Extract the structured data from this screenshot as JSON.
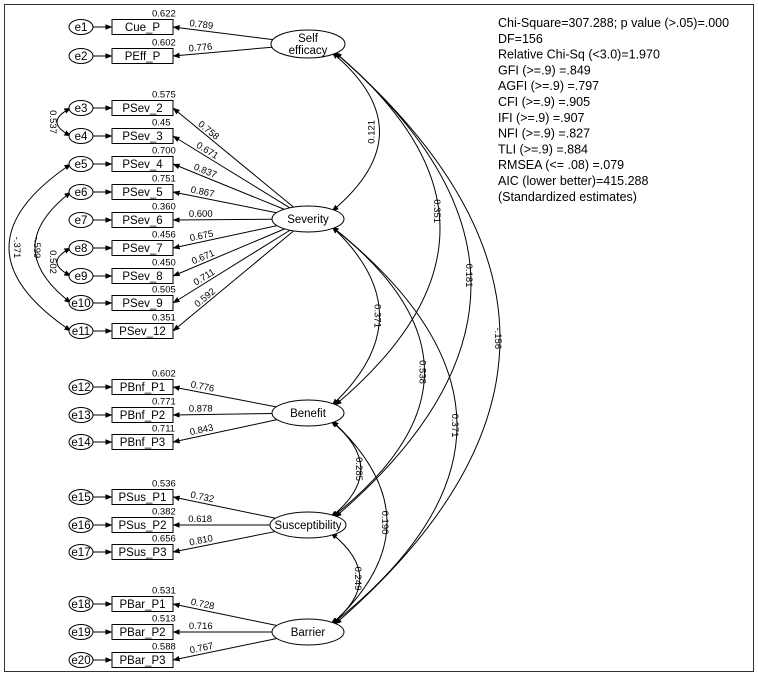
{
  "fit_stats": [
    "Chi-Square=307.288; p value (>.05)=.000",
    "DF=156",
    "Relative Chi-Sq (<3.0)=1.970",
    "GFI (>=.9) =.849",
    "AGFI (>=.9) =.797",
    "CFI (>=.9) =.905",
    "IFI (>=.9) =.907",
    "NFI (>=.9) =.827",
    "TLI (>=.9) =.884",
    "RMSEA (<= .08) =.079",
    "AIC (lower better)=415.288",
    "(Standardized estimates)"
  ],
  "latents": [
    {
      "id": "self",
      "lines": [
        "Self",
        "efficacy"
      ]
    },
    {
      "id": "sev",
      "lines": [
        "Severity"
      ]
    },
    {
      "id": "ben",
      "lines": [
        "Benefit"
      ]
    },
    {
      "id": "sus",
      "lines": [
        "Susceptibility"
      ]
    },
    {
      "id": "bar",
      "lines": [
        "Barrier"
      ]
    }
  ],
  "indicators": [
    {
      "label": "Cue_P",
      "error": "e1",
      "r2": "0.622",
      "loading": "0.789",
      "latent": "self"
    },
    {
      "label": "PEff_P",
      "error": "e2",
      "r2": "0.602",
      "loading": "0.776",
      "latent": "self"
    },
    {
      "label": "PSev_2",
      "error": "e3",
      "r2": "0.575",
      "loading": "0.758",
      "latent": "sev"
    },
    {
      "label": "PSev_3",
      "error": "e4",
      "r2": "0.45",
      "loading": "0.671",
      "latent": "sev"
    },
    {
      "label": "PSev_4",
      "error": "e5",
      "r2": "0.700",
      "loading": "0.837",
      "latent": "sev"
    },
    {
      "label": "PSev_5",
      "error": "e6",
      "r2": "0.751",
      "loading": "0.867",
      "latent": "sev"
    },
    {
      "label": "PSev_6",
      "error": "e7",
      "r2": "0.360",
      "loading": "0.600",
      "latent": "sev"
    },
    {
      "label": "PSev_7",
      "error": "e8",
      "r2": "0.456",
      "loading": "0.675",
      "latent": "sev"
    },
    {
      "label": "PSev_8",
      "error": "e9",
      "r2": "0.450",
      "loading": "0.671",
      "latent": "sev"
    },
    {
      "label": "PSev_9",
      "error": "e10",
      "r2": "0.505",
      "loading": "0.711",
      "latent": "sev"
    },
    {
      "label": "PSev_12",
      "error": "e11",
      "r2": "0.351",
      "loading": "0.592",
      "latent": "sev"
    },
    {
      "label": "PBnf_P1",
      "error": "e12",
      "r2": "0.602",
      "loading": "0.776",
      "latent": "ben"
    },
    {
      "label": "PBnf_P2",
      "error": "e13",
      "r2": "0.771",
      "loading": "0.878",
      "latent": "ben"
    },
    {
      "label": "PBnf_P3",
      "error": "e14",
      "r2": "0.711",
      "loading": "0.843",
      "latent": "ben"
    },
    {
      "label": "PSus_P1",
      "error": "e15",
      "r2": "0.536",
      "loading": "0.732",
      "latent": "sus"
    },
    {
      "label": "PSus_P2",
      "error": "e16",
      "r2": "0.382",
      "loading": "0.618",
      "latent": "sus"
    },
    {
      "label": "PSus_P3",
      "error": "e17",
      "r2": "0.656",
      "loading": "0.810",
      "latent": "sus"
    },
    {
      "label": "PBar_P1",
      "error": "e18",
      "r2": "0.531",
      "loading": "0.728",
      "latent": "bar"
    },
    {
      "label": "PBar_P2",
      "error": "e19",
      "r2": "0.513",
      "loading": "0.716",
      "latent": "bar"
    },
    {
      "label": "PBar_P3",
      "error": "e20",
      "r2": "0.588",
      "loading": "0.767",
      "latent": "bar"
    }
  ],
  "latent_covariances": [
    {
      "from": "self",
      "to": "sev",
      "value": "0.121"
    },
    {
      "from": "self",
      "to": "ben",
      "value": "0.351"
    },
    {
      "from": "self",
      "to": "sus",
      "value": "0.181"
    },
    {
      "from": "self",
      "to": "bar",
      "value": "-.156"
    },
    {
      "from": "sev",
      "to": "ben",
      "value": "0.371"
    },
    {
      "from": "sev",
      "to": "sus",
      "value": "0.538"
    },
    {
      "from": "sev",
      "to": "bar",
      "value": "0.371"
    },
    {
      "from": "ben",
      "to": "sus",
      "value": "0.285"
    },
    {
      "from": "ben",
      "to": "bar",
      "value": "0.190"
    },
    {
      "from": "sus",
      "to": "bar",
      "value": "0.249"
    }
  ],
  "error_covariances": [
    {
      "from": "e3",
      "to": "e4",
      "value": "0.537"
    },
    {
      "from": "e8",
      "to": "e9",
      "value": "0.502"
    },
    {
      "from": "e6",
      "to": "e10",
      "value": "-.599"
    },
    {
      "from": "e5",
      "to": "e11",
      "value": "-.371"
    }
  ]
}
